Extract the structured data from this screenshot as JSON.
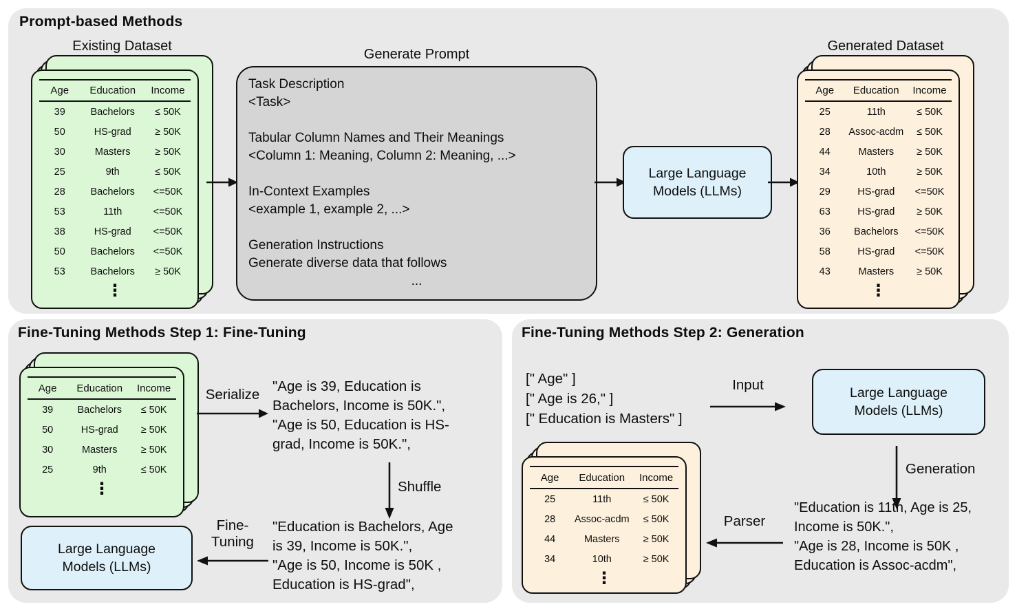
{
  "colors": {
    "panel_bg": "#e9e9e9",
    "green_fill": "#dcf7d6",
    "orange_fill": "#fdf0dd",
    "blue_fill": "#def1fa",
    "gray_fill": "#d5d5d5",
    "line": "#111111"
  },
  "llm_box_label": "Large Language Models (LLMs)",
  "top_panel": {
    "title": "Prompt-based Methods",
    "existing_dataset_label": "Existing Dataset",
    "generate_prompt_label": "Generate Prompt",
    "generated_dataset_label": "Generated Dataset",
    "prompt_sections": [
      {
        "heading": "Task Description",
        "body": "<Task>"
      },
      {
        "heading": "Tabular Column Names and Their Meanings",
        "body": "<Column 1: Meaning, Column 2: Meaning, ...>"
      },
      {
        "heading": "In-Context Examples",
        "body": "<example 1, example 2, ...>"
      },
      {
        "heading": "Generation Instructions",
        "body": "Generate diverse data that follows"
      }
    ],
    "prompt_ellipsis": "..."
  },
  "step1_panel": {
    "title": "Fine-Tuning Methods Step 1: Fine-Tuning",
    "serialize_label": "Serialize",
    "serialized_text": "\"Age is 39, Education is\nBachelors, Income is 50K.\",\n\"Age is 50, Education is HS-\ngrad, Income is 50K.\",",
    "shuffle_label": "Shuffle",
    "shuffled_text": "\"Education is Bachelors, Age\nis 39, Income is 50K.\",\n\"Age is 50, Income is 50K ,\nEducation is HS-grad\",",
    "fine_tuning_label": "Fine-\nTuning"
  },
  "step2_panel": {
    "title": "Fine-Tuning Methods Step 2: Generation",
    "input_text": "[\" Age\" ]\n[\" Age is 26,\" ]\n[\" Education is Masters\" ]",
    "input_label": "Input",
    "generation_label": "Generation",
    "generated_text": "\"Education is 11th, Age is 25,\nIncome is 50K.\",\n\"Age is 28, Income is 50K ,\nEducation is Assoc-acdm\",",
    "parser_label": "Parser"
  },
  "tables": {
    "headers": [
      "Age",
      "Education",
      "Income"
    ],
    "ellipsis": "⋮",
    "existing_full_rows": [
      [
        "39",
        "Bachelors",
        "≤ 50K"
      ],
      [
        "50",
        "HS-grad",
        "≥ 50K"
      ],
      [
        "30",
        "Masters",
        "≥ 50K"
      ],
      [
        "25",
        "9th",
        "≤ 50K"
      ],
      [
        "28",
        "Bachelors",
        "<=50K"
      ],
      [
        "53",
        "11th",
        "<=50K"
      ],
      [
        "38",
        "HS-grad",
        "<=50K"
      ],
      [
        "50",
        "Bachelors",
        "<=50K"
      ],
      [
        "53",
        "Bachelors",
        "≥ 50K"
      ]
    ],
    "generated_full_rows": [
      [
        "25",
        "11th",
        "≤ 50K"
      ],
      [
        "28",
        "Assoc-acdm",
        "≤ 50K"
      ],
      [
        "44",
        "Masters",
        "≥ 50K"
      ],
      [
        "34",
        "10th",
        "≥ 50K"
      ],
      [
        "29",
        "HS-grad",
        "<=50K"
      ],
      [
        "63",
        "HS-grad",
        "≥ 50K"
      ],
      [
        "36",
        "Bachelors",
        "<=50K"
      ],
      [
        "58",
        "HS-grad",
        "<=50K"
      ],
      [
        "43",
        "Masters",
        "≥ 50K"
      ]
    ],
    "existing_small_rows": [
      [
        "39",
        "Bachelors",
        "≤ 50K"
      ],
      [
        "50",
        "HS-grad",
        "≥ 50K"
      ],
      [
        "30",
        "Masters",
        "≥ 50K"
      ],
      [
        "25",
        "9th",
        "≤ 50K"
      ]
    ],
    "generated_small_rows": [
      [
        "25",
        "11th",
        "≤ 50K"
      ],
      [
        "28",
        "Assoc-acdm",
        "≤ 50K"
      ],
      [
        "44",
        "Masters",
        "≥ 50K"
      ],
      [
        "34",
        "10th",
        "≥ 50K"
      ]
    ]
  }
}
